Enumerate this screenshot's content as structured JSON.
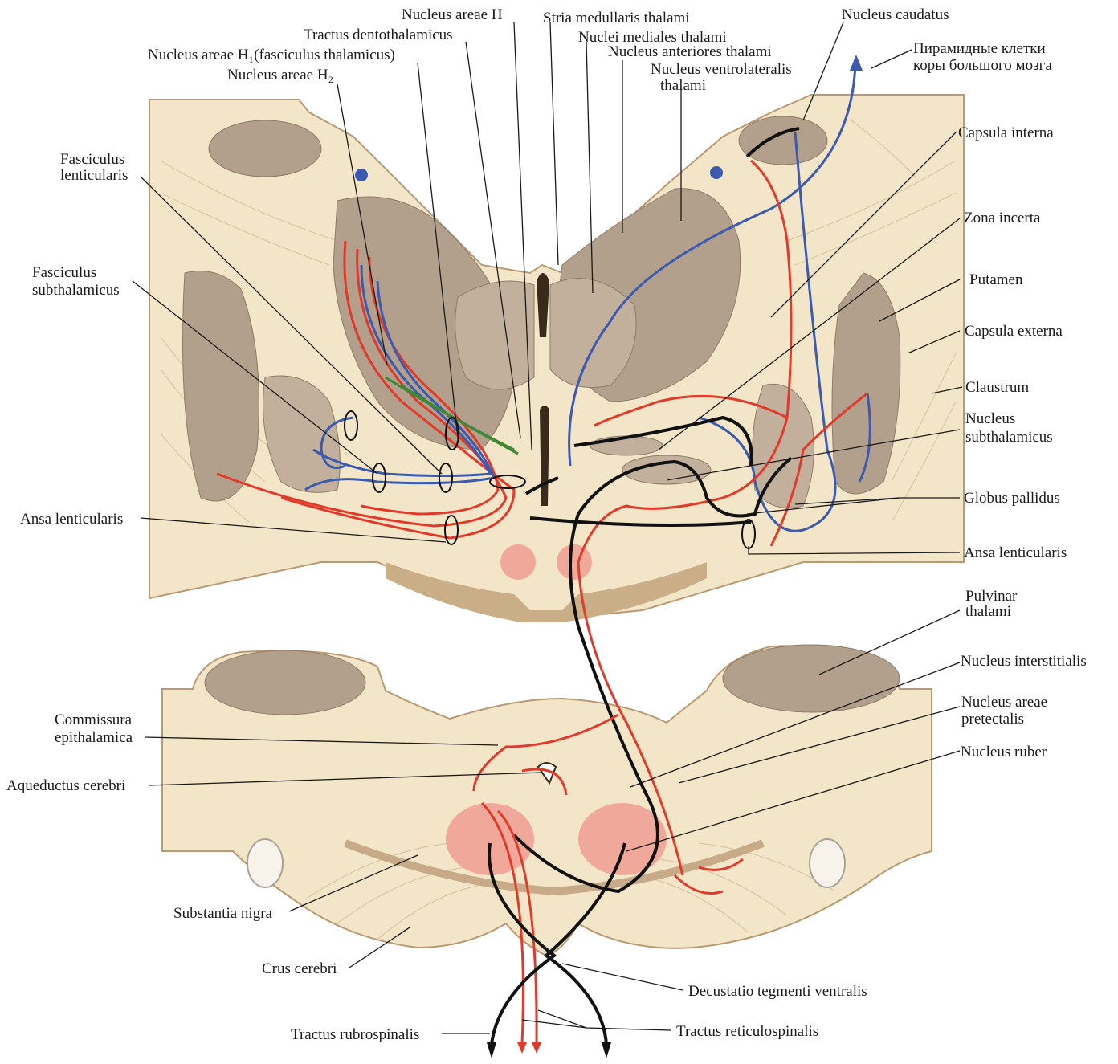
{
  "colors": {
    "tissue": "#f3e6c8",
    "grey_matter": "#b3a08c",
    "red_pathway": "#e23a2a",
    "blue_pathway": "#3b5ab0",
    "black_pathway": "#111111",
    "green_pathway": "#3e8a34",
    "red_nucleus": "#f0a89a"
  },
  "labels": {
    "nucleus_areae_h": "Nucleus areae H",
    "stria_medullaris": "Stria medullaris thalami",
    "nucleus_caudatus": "Nucleus caudatus",
    "tractus_dentothalamicus": "Tractus dentothalamicus",
    "nuclei_mediales": "Nuclei mediales thalami",
    "nucleus_areae_h1": "Nucleus areae H₁(fasciculus thalamicus)",
    "nuclei_anteriores": "Nucleus anteriores thalami",
    "nucleus_areae_h2": "Nucleus areae H₂",
    "nucleus_ventrolateralis_1": "Nucleus ventrolateralis",
    "nucleus_ventrolateralis_2": "thalami",
    "pyramid_cells_1": "Пирамидные клетки",
    "pyramid_cells_2": "коры большого мозга",
    "capsula_interna": "Capsula interna",
    "fasciculus_lenticularis_1": "Fasciculus",
    "fasciculus_lenticularis_2": "lenticularis",
    "zona_incerta": "Zona incerta",
    "fasciculus_subthalamicus_1": "Fasciculus",
    "fasciculus_subthalamicus_2": "subthalamicus",
    "putamen": "Putamen",
    "capsula_externa": "Capsula externa",
    "claustrum": "Claustrum",
    "nucleus_subthalamicus_1": "Nucleus",
    "nucleus_subthalamicus_2": "subthalamicus",
    "globus_pallidus": "Globus pallidus",
    "ansa_lenticularis_left": "Ansa lenticularis",
    "ansa_lenticularis_right": "Ansa lenticularis",
    "pulvinar_1": "Pulvinar",
    "pulvinar_2": "thalami",
    "nucleus_interstitialis": "Nucleus interstitialis",
    "commissura_1": "Commissura",
    "commissura_2": "epithalamica",
    "nucleus_pretectalis_1": "Nucleus areae",
    "nucleus_pretectalis_2": "pretectalis",
    "nucleus_ruber": "Nucleus ruber",
    "aqueductus": "Aqueductus cerebri",
    "substantia_nigra": "Substantia nigra",
    "crus_cerebri": "Crus cerebri",
    "decussatio": "Decustatio tegmenti ventralis",
    "tractus_rubrospinalis": "Tractus rubrospinalis",
    "tractus_reticulospinalis": "Tractus reticulospinalis"
  }
}
